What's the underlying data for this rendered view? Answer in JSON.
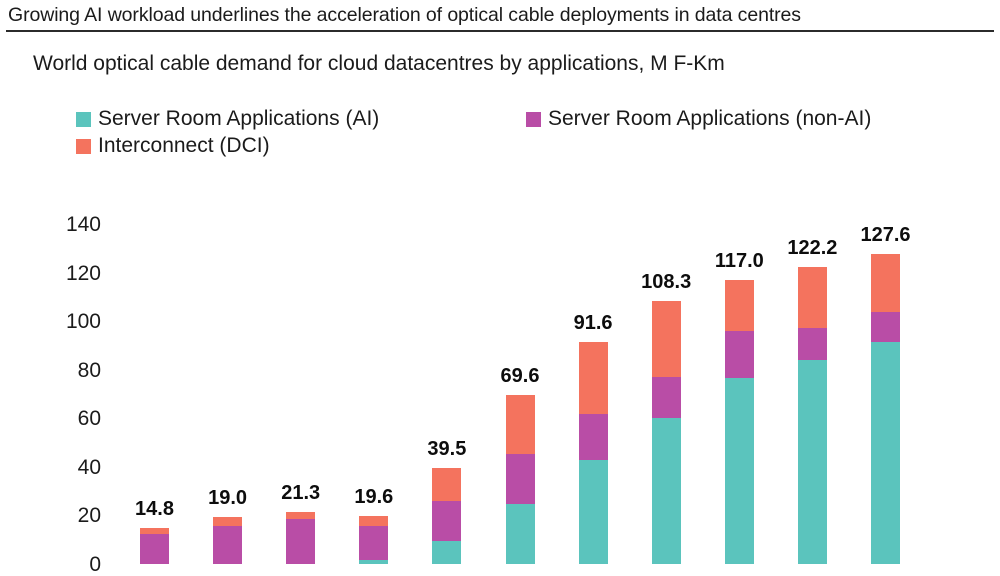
{
  "header": {
    "title": "Growing AI workload underlines the acceleration of optical cable deployments in data centres"
  },
  "chart_data": {
    "type": "bar",
    "subtype": "stacked-bar",
    "title": "World optical cable demand for cloud datacentres by applications, M F-Km",
    "xlabel": "",
    "ylabel": "",
    "ylim": [
      0,
      140
    ],
    "yticks": [
      140,
      120,
      100,
      80,
      60,
      40,
      20,
      0
    ],
    "grid": false,
    "legend_position": "top-left",
    "categories": [
      "",
      "",
      "",
      "",
      "",
      "",
      "",
      "",
      "",
      "",
      ""
    ],
    "series": [
      {
        "name": "Server Room Applications (AI)",
        "color": "#5BC4BD",
        "values": [
          0.0,
          0.0,
          0.0,
          1.6,
          9.4,
          24.7,
          42.6,
          60.0,
          76.5,
          84.2,
          91.5
        ]
      },
      {
        "name": "Server Room Applications (non-AI)",
        "color": "#B94DA6",
        "values": [
          12.0,
          15.6,
          18.4,
          14.0,
          16.4,
          20.6,
          19.0,
          17.2,
          19.6,
          13.1,
          12.4
        ]
      },
      {
        "name": "Interconnect (DCI)",
        "color": "#F4735E",
        "values": [
          2.8,
          3.4,
          2.9,
          4.0,
          13.7,
          24.3,
          30.0,
          31.1,
          20.9,
          24.9,
          23.7
        ]
      }
    ],
    "totals": [
      "14.8",
      "19.0",
      "21.3",
      "19.6",
      "39.5",
      "69.6",
      "91.6",
      "108.3",
      "117.0",
      "122.2",
      "127.6"
    ],
    "total_values": [
      14.8,
      19.0,
      21.3,
      19.6,
      39.5,
      69.6,
      91.6,
      108.3,
      117.0,
      122.2,
      127.6
    ]
  },
  "legend": {
    "items": [
      {
        "label": "Server Room Applications (AI)",
        "color": "#5BC4BD",
        "swatch": "legend-swatch-ai"
      },
      {
        "label": "Server Room Applications (non-AI)",
        "color": "#B94DA6",
        "swatch": "legend-swatch-non-ai"
      },
      {
        "label": "Interconnect (DCI)",
        "color": "#F4735E",
        "swatch": "legend-swatch-dci"
      }
    ]
  }
}
